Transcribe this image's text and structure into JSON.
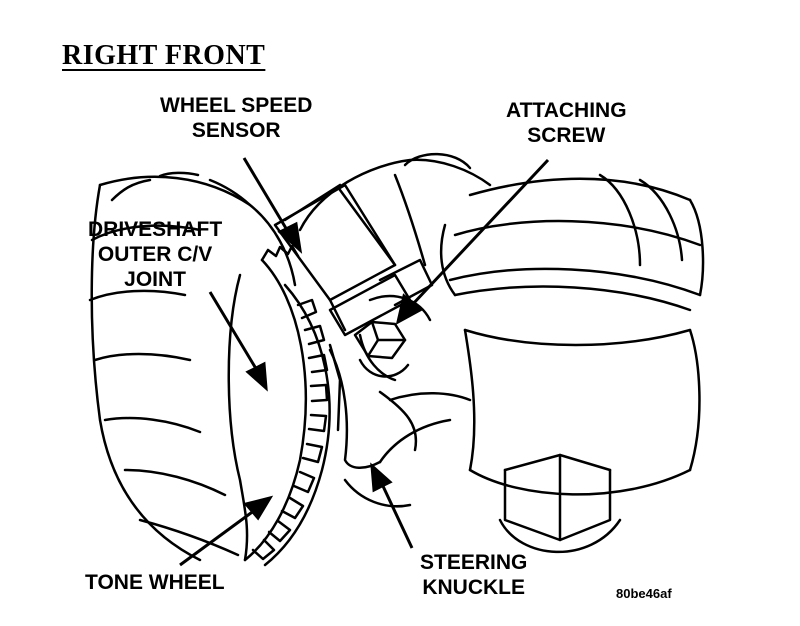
{
  "title": "RIGHT FRONT",
  "labels": {
    "wheel_speed_sensor": [
      "WHEEL SPEED",
      "SENSOR"
    ],
    "attaching_screw": [
      "ATTACHING",
      "SCREW"
    ],
    "driveshaft_joint": [
      "DRIVESHAFT",
      "OUTER C/V",
      "JOINT"
    ],
    "steering_knuckle": [
      "STEERING",
      "KNUCKLE"
    ],
    "tone_wheel": "TONE WHEEL"
  },
  "figure_id": "80be46af"
}
